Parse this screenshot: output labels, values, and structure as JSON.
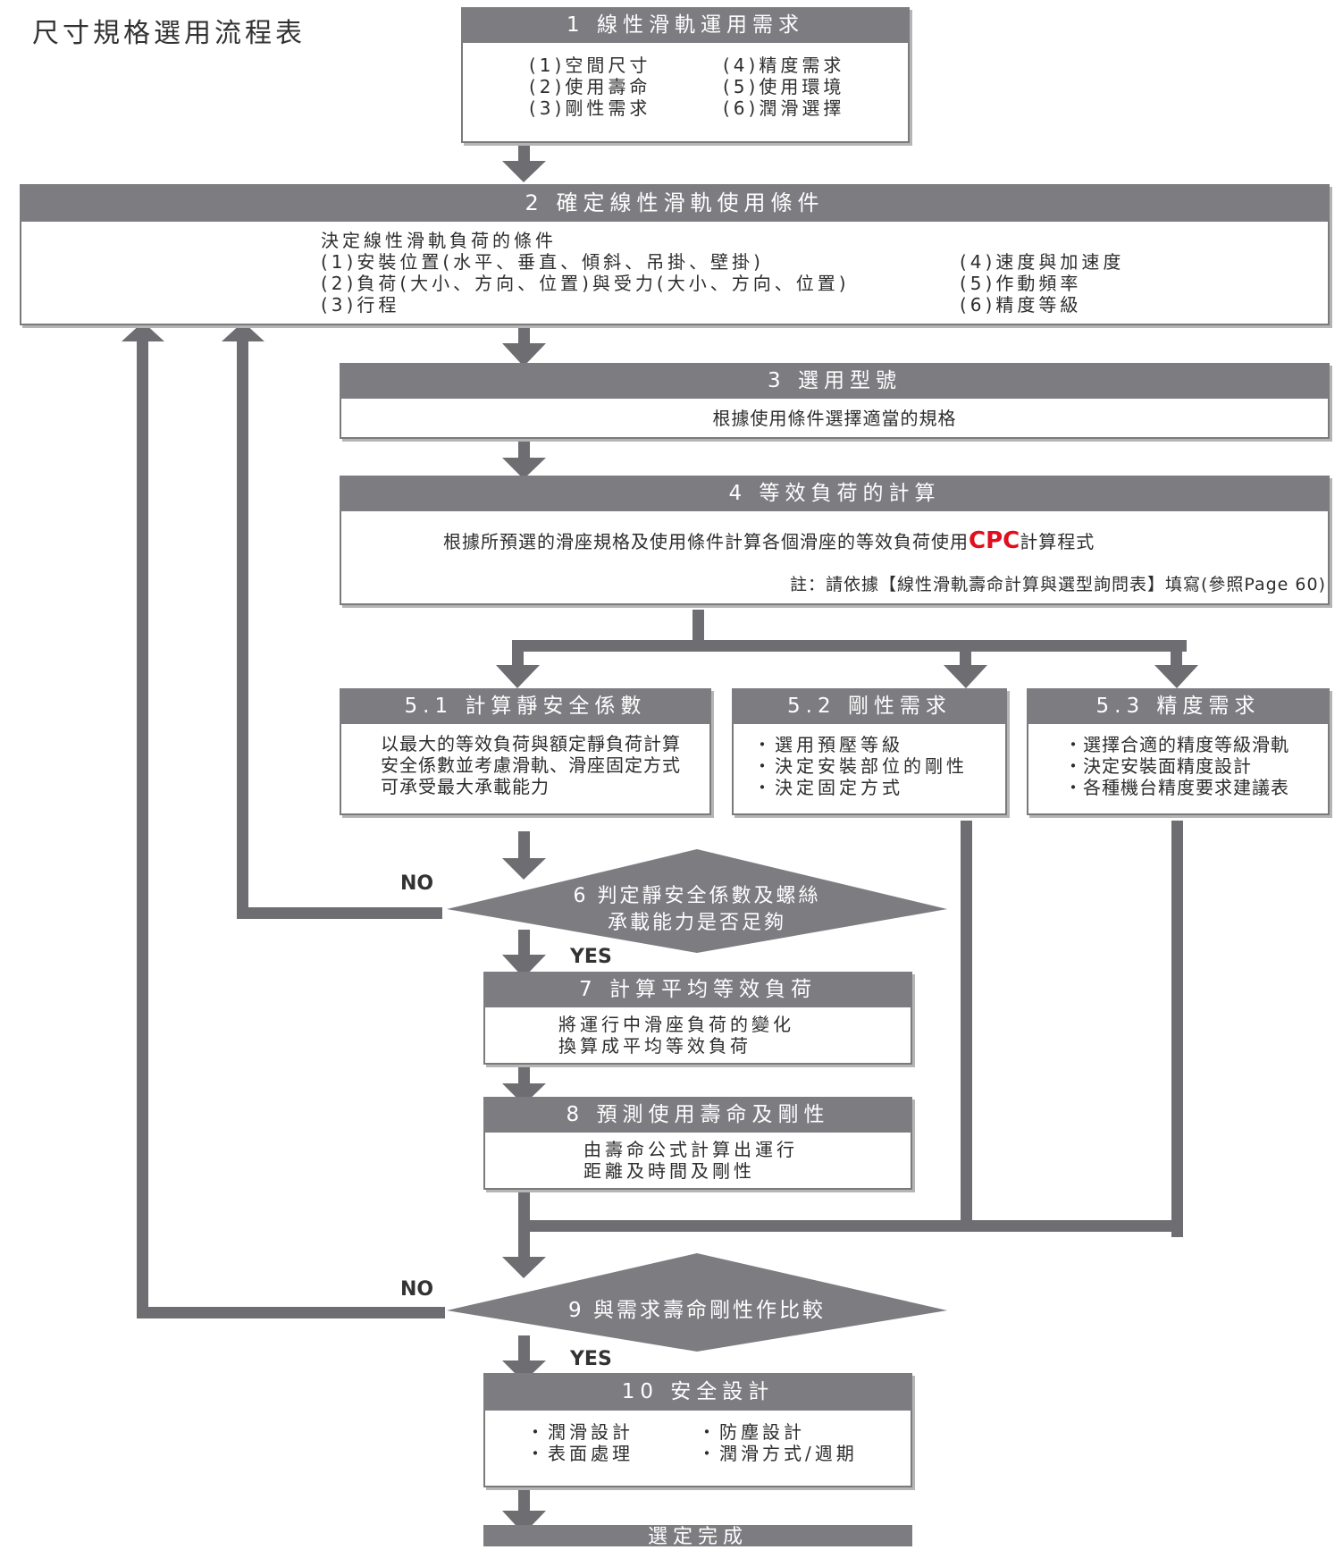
{
  "page_title": "尺寸規格選用流程表",
  "colors": {
    "header": "#7d7c81",
    "connector": "#6e6d72",
    "brand_red": "#e10e1e"
  },
  "step1": {
    "title": "1 線性滑軌運用需求",
    "left": [
      "(1)空間尺寸",
      "(2)使用壽命",
      "(3)剛性需求"
    ],
    "right": [
      "(4)精度需求",
      "(5)使用環境",
      "(6)潤滑選擇"
    ]
  },
  "step2": {
    "title": "2 確定線性滑軌使用條件",
    "intro": "決定線性滑軌負荷的條件",
    "left": [
      "(1)安裝位置(水平、垂直、傾斜、吊掛、壁掛)",
      "(2)負荷(大小、方向、位置)與受力(大小、方向、位置)",
      "(3)行程"
    ],
    "right": [
      "(4)速度與加速度",
      "(5)作動頻率",
      "(6)精度等級"
    ]
  },
  "step3": {
    "title": "3 選用型號",
    "body": "根據使用條件選擇適當的規格"
  },
  "step4": {
    "title": "4 等效負荷的計算",
    "body_before": "根據所預選的滑座規格及使用條件計算各個滑座的等效負荷使用",
    "brand": "CPC",
    "body_after": "計算程式",
    "note": "註：請依據【線性滑軌壽命計算與選型詢問表】填寫(參照Page 60)"
  },
  "step5_1": {
    "title": "5.1 計算靜安全係數",
    "lines": [
      "以最大的等效負荷與額定靜負荷計算",
      "安全係數並考慮滑軌、滑座固定方式",
      "可承受最大承載能力"
    ]
  },
  "step5_2": {
    "title": "5.2 剛性需求",
    "lines": [
      "・選用預壓等級",
      "・決定安裝部位的剛性",
      "・決定固定方式"
    ]
  },
  "step5_3": {
    "title": "5.3 精度需求",
    "lines": [
      "・選擇合適的精度等級滑軌",
      "・決定安裝面精度設計",
      "・各種機台精度要求建議表"
    ]
  },
  "decision6": {
    "line1": "6 判定靜安全係數及螺絲",
    "line2": "承載能力是否足夠",
    "no": "NO",
    "yes": "YES"
  },
  "step7": {
    "title": "7 計算平均等效負荷",
    "lines": [
      "將運行中滑座負荷的變化",
      "換算成平均等效負荷"
    ]
  },
  "step8": {
    "title": "8 預測使用壽命及剛性",
    "lines": [
      "由壽命公式計算出運行",
      "距離及時間及剛性"
    ]
  },
  "decision9": {
    "text": "9 與需求壽命剛性作比較",
    "no": "NO",
    "yes": "YES"
  },
  "step10": {
    "title": "10 安全設計",
    "left": [
      "・潤滑設計",
      "・表面處理"
    ],
    "right": [
      "・防塵設計",
      "・潤滑方式/週期"
    ]
  },
  "final": {
    "title": "選定完成"
  }
}
